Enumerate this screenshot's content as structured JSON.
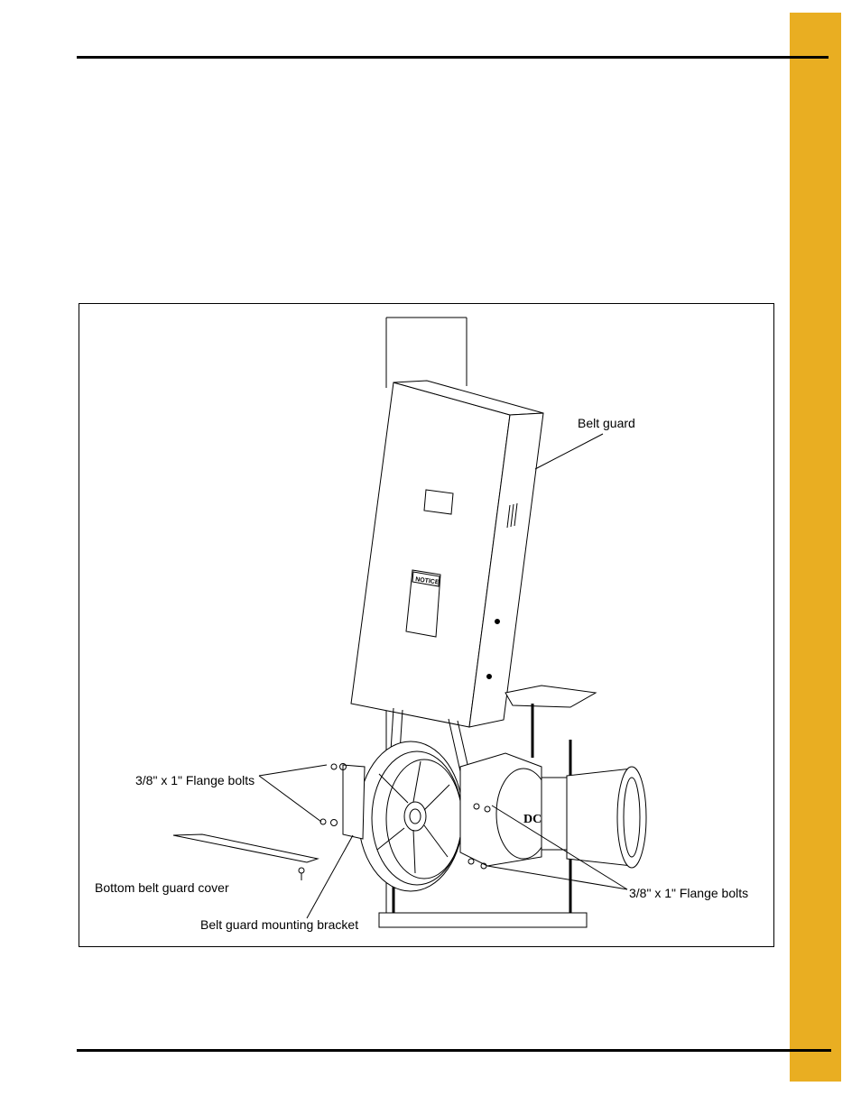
{
  "figure": {
    "labels": {
      "belt_guard": "Belt guard",
      "flange_bolts_left": "3/8\" x 1\" Flange bolts",
      "flange_bolts_right": "3/8\" x 1\" Flange bolts",
      "bottom_cover": "Bottom belt guard cover",
      "mounting_bracket": "Belt guard mounting bracket"
    },
    "decal_text": "NOTICE",
    "motor_text": "DC"
  },
  "colors": {
    "side_tab": "#E9AE22",
    "rule": "#000000"
  }
}
